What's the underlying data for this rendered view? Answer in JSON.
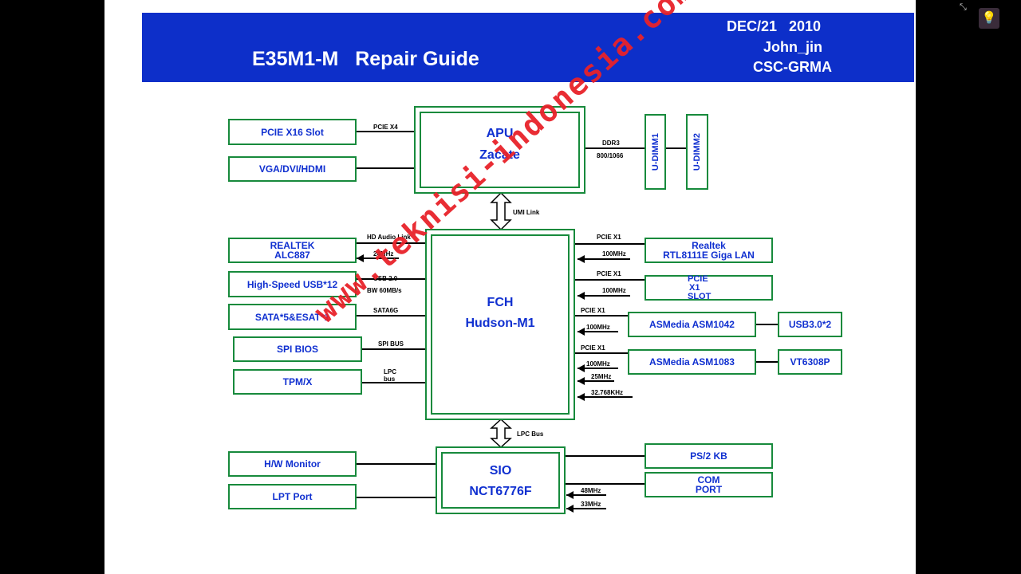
{
  "header": {
    "title": "E35M1-M   Repair Guide",
    "date": "DEC/21   2010",
    "author": "John_jin",
    "dept": "CSC-GRMA"
  },
  "blocks": {
    "apu": {
      "line1": "APU",
      "line2": "Zacate"
    },
    "fch": {
      "line1": "FCH",
      "line2": "Hudson-M1"
    },
    "sio": {
      "line1": "SIO",
      "line2": "NCT6776F"
    },
    "pcie_x16": "PCIE X16 Slot",
    "vga": "VGA/DVI/HDMI",
    "dimm1": "U-DIMM1",
    "dimm2": "U-DIMM2",
    "realtek_audio": {
      "line1": "REALTEK",
      "line2": "ALC887"
    },
    "usb12": "High-Speed USB*12",
    "sata": "SATA*5&ESAT*1",
    "spi_bios": "SPI BIOS",
    "tpm": "TPM/X",
    "realtek_lan": {
      "line1": "Realtek",
      "line2": "RTL8111E Giga LAN"
    },
    "pcie_x1_slot": {
      "line1": "PCIE",
      "line2": "X1",
      "line3": "SLOT"
    },
    "asm1042": "ASMedia  ASM1042",
    "usb30": "USB3.0*2",
    "asm1083": "ASMedia  ASM1083",
    "vt6308p": "VT6308P",
    "hw_monitor": "H/W Monitor",
    "lpt": "LPT Port",
    "ps2": "PS/2 KB",
    "com": {
      "line1": "COM",
      "line2": "PORT"
    }
  },
  "wire_labels": {
    "pcie_x4": "PCIE X4",
    "ddr3": "DDR3",
    "ddr3_speed": "800/1066",
    "umi": "UMI Link",
    "hd_audio": "HD Audio Link",
    "mhz24": "24MHz",
    "usb20": "USB 2.0",
    "bw": "BW 60MB/s",
    "sata6g": "SATA6G",
    "spi_bus": "SPI BUS",
    "lpc": "LPC",
    "bus": "bus",
    "pcie_x1_a": "PCIE X1",
    "mhz100_a": "100MHz",
    "pcie_x1_b": "PCIE X1",
    "mhz100_b": "100MHz",
    "pcie_x1_c": "PCIE X1",
    "mhz100_c": "100MHz",
    "pcie_x1_d": "PCIE X1",
    "mhz100_d": "100MHz",
    "mhz25": "25MHz",
    "khz32": "32.768KHz",
    "lpc_bus": "LPC Bus",
    "mhz48": "48MHz",
    "mhz33": "33MHz"
  },
  "watermark": "www.teknisi-indonesia.com"
}
